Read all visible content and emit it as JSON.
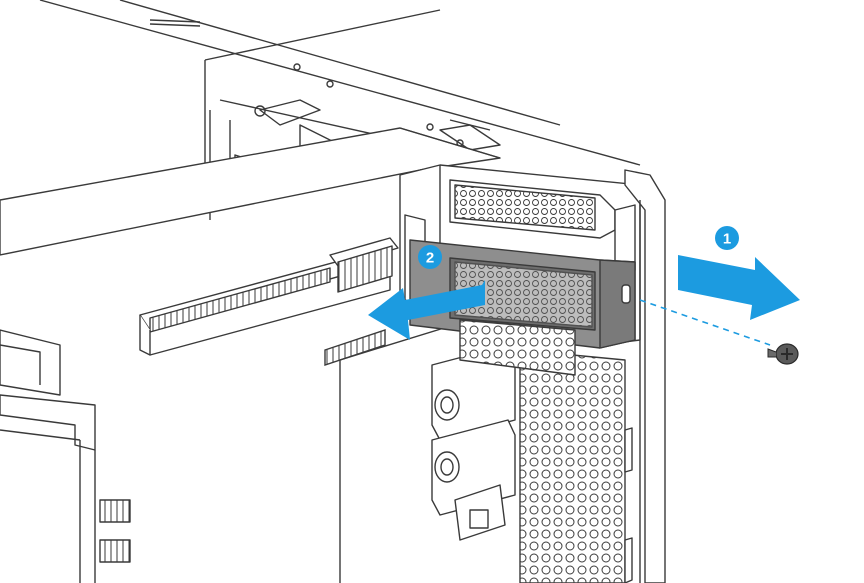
{
  "steps": [
    {
      "number": "1",
      "action": "remove-screw"
    },
    {
      "number": "2",
      "action": "remove-slot-cover"
    }
  ],
  "colors": {
    "accent": "#1c9be0",
    "line": "#3a3a3a",
    "slot_cover": "#8e8e8e",
    "slot_cover_dark": "#6e6e6e",
    "background": "#ffffff"
  },
  "icons": {
    "screw": "screw-icon",
    "arrow": "arrow-icon"
  }
}
